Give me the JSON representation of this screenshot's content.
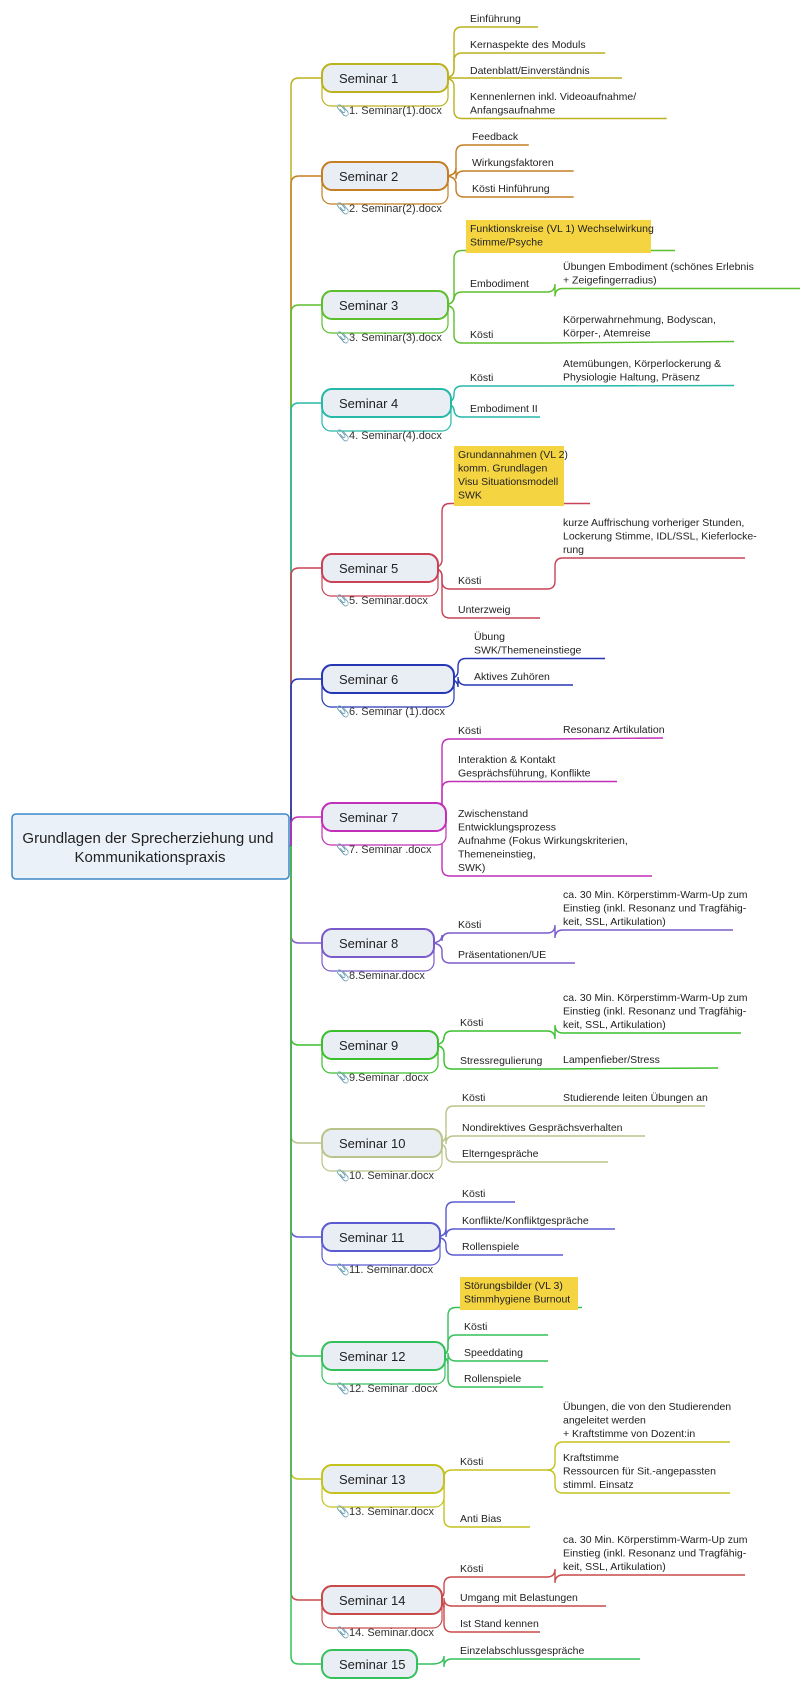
{
  "root": {
    "lines": [
      "Grundlagen der Sprecherziehung und",
      "Kommunikationspraxis"
    ]
  },
  "seminars": [
    {
      "label": "Seminar 1",
      "file": "1. Seminar(1).docx",
      "color": "#bcb21f",
      "branches": [
        {
          "lines": [
            "Einführung"
          ]
        },
        {
          "lines": [
            "Kernaspekte des Moduls"
          ]
        },
        {
          "lines": [
            "Datenblatt/Einverständnis"
          ]
        },
        {
          "lines": [
            "Kennenlernen inkl. Videoaufnahme/",
            "Anfangsaufnahme"
          ]
        }
      ]
    },
    {
      "label": "Seminar 2",
      "file": "2. Seminar(2).docx",
      "color": "#c47f24",
      "branches": [
        {
          "lines": [
            "Feedback"
          ]
        },
        {
          "lines": [
            "Wirkungsfaktoren"
          ]
        },
        {
          "lines": [
            "Kösti Hinführung"
          ]
        }
      ]
    },
    {
      "label": "Seminar 3",
      "file": "3. Seminar(3).docx",
      "color": "#5cbf2e",
      "branches": [
        {
          "lines": [
            "Funktionskreise (VL 1) Wechselwirkung",
            "Stimme/Psyche"
          ],
          "highlight": true
        },
        {
          "lines": [
            "Embodiment"
          ],
          "child": {
            "lines": [
              "Übungen Embodiment (schönes Erlebnis",
              "+ Zeigefingerradius)"
            ]
          }
        },
        {
          "lines": [
            "Kösti"
          ],
          "child": {
            "lines": [
              "Körperwahrnehmung, Bodyscan,",
              "Körper-, Atemreise"
            ]
          }
        }
      ]
    },
    {
      "label": "Seminar 4",
      "file": "4. Seminar(4).docx",
      "color": "#26b9a8",
      "branches": [
        {
          "lines": [
            "Kösti"
          ],
          "child": {
            "lines": [
              "Atemübungen, Körperlockerung &",
              "Physiologie Haltung, Präsenz"
            ]
          }
        },
        {
          "lines": [
            "Embodiment II"
          ]
        }
      ]
    },
    {
      "label": "Seminar 5",
      "file": "5. Seminar.docx",
      "color": "#c94257",
      "branches": [
        {
          "lines": [
            "Grundannahmen (VL 2)",
            "komm. Grundlagen",
            "Visu Situationsmodell",
            "SWK"
          ],
          "highlight": true
        },
        {
          "lines": [
            "Kösti"
          ],
          "child": {
            "lines": [
              "kurze Auffrischung vorheriger Stunden,",
              "Lockerung Stimme, IDL/SSL, Kieferlocke-",
              "rung"
            ]
          }
        },
        {
          "lines": [
            "Unterzweig"
          ]
        }
      ]
    },
    {
      "label": "Seminar 6",
      "file": "6. Seminar (1).docx",
      "color": "#2637b6",
      "branches": [
        {
          "lines": [
            "Übung",
            "SWK/Themeneinstiege"
          ]
        },
        {
          "lines": [
            "Aktives Zuhören"
          ]
        }
      ]
    },
    {
      "label": "Seminar 7",
      "file": "7. Seminar .docx",
      "color": "#c22fb8",
      "branches": [
        {
          "lines": [
            "Kösti"
          ],
          "child": {
            "lines": [
              "Resonanz Artikulation"
            ]
          }
        },
        {
          "lines": [
            "Interaktion & Kontakt",
            "Gesprächsführung, Konflikte"
          ]
        },
        {
          "lines": [
            "Zwischenstand",
            "Entwicklungsprozess",
            "Aufnahme (Fokus Wirkungskriterien,",
            "Themeneinstieg,",
            "SWK)"
          ]
        }
      ]
    },
    {
      "label": "Seminar 8",
      "file": "8.Seminar.docx",
      "color": "#7b5bc9",
      "branches": [
        {
          "lines": [
            "Kösti"
          ],
          "child": {
            "lines": [
              "ca. 30 Min. Körperstimm-Warm-Up zum",
              "Einstieg (inkl. Resonanz und Tragfähig-",
              "keit, SSL, Artikulation)"
            ]
          }
        },
        {
          "lines": [
            "Präsentationen/UE"
          ]
        }
      ]
    },
    {
      "label": "Seminar  9",
      "file": "9.Seminar .docx",
      "color": "#3cbf2e",
      "branches": [
        {
          "lines": [
            "Kösti"
          ],
          "child": {
            "lines": [
              "ca. 30 Min. Körperstimm-Warm-Up zum",
              "Einstieg (inkl. Resonanz und Tragfähig-",
              "keit, SSL, Artikulation)"
            ]
          }
        },
        {
          "lines": [
            "Stressregulierung"
          ],
          "child": {
            "lines": [
              "Lampenfieber/Stress"
            ]
          }
        }
      ]
    },
    {
      "label": "Seminar 10",
      "file": "10. Seminar.docx",
      "color": "#b9c48a",
      "branches": [
        {
          "lines": [
            "Kösti"
          ],
          "child": {
            "lines": [
              "Studierende leiten Übungen an"
            ]
          }
        },
        {
          "lines": [
            "Nondirektives Gesprächsverhalten"
          ]
        },
        {
          "lines": [
            "Elterngespräche"
          ]
        }
      ]
    },
    {
      "label": "Seminar 11",
      "file": "11. Seminar.docx",
      "color": "#5a5bd0",
      "branches": [
        {
          "lines": [
            "Kösti"
          ]
        },
        {
          "lines": [
            "Konflikte/Konfliktgespräche"
          ]
        },
        {
          "lines": [
            "Rollenspiele"
          ]
        }
      ]
    },
    {
      "label": "Seminar 12",
      "file": "12. Seminar .docx",
      "color": "#34c05a",
      "branches": [
        {
          "lines": [
            "Störungsbilder (VL 3)",
            "Stimmhygiene Burnout"
          ],
          "highlight": true
        },
        {
          "lines": [
            "Kösti"
          ]
        },
        {
          "lines": [
            "Speeddating"
          ]
        },
        {
          "lines": [
            "Rollenspiele"
          ]
        }
      ]
    },
    {
      "label": "Seminar 13",
      "file": "13. Seminar.docx",
      "color": "#c4c21f",
      "branches": [
        {
          "lines": [
            "Kösti"
          ],
          "children": [
            {
              "lines": [
                "Übungen, die von den Studierenden",
                "angeleitet werden",
                "+ Kraftstimme von Dozent:in"
              ]
            },
            {
              "lines": [
                "Kraftstimme",
                "Ressourcen für Sit.-angepassten",
                "stimml. Einsatz"
              ]
            }
          ]
        },
        {
          "lines": [
            "Anti Bias"
          ]
        }
      ]
    },
    {
      "label": "Seminar 14",
      "file": "14. Seminar.docx",
      "color": "#c94a4a",
      "branches": [
        {
          "lines": [
            "Kösti"
          ],
          "child": {
            "lines": [
              "ca. 30 Min. Körperstimm-Warm-Up zum",
              "Einstieg (inkl. Resonanz und Tragfähig-",
              "keit, SSL, Artikulation)"
            ]
          }
        },
        {
          "lines": [
            "Umgang mit Belastungen"
          ]
        },
        {
          "lines": [
            "Ist Stand kennen"
          ]
        }
      ]
    },
    {
      "label": "Seminar 15",
      "file": "",
      "color": "#34c05a",
      "branches": [
        {
          "lines": [
            "Einzelabschlussgespräche"
          ]
        }
      ]
    }
  ]
}
